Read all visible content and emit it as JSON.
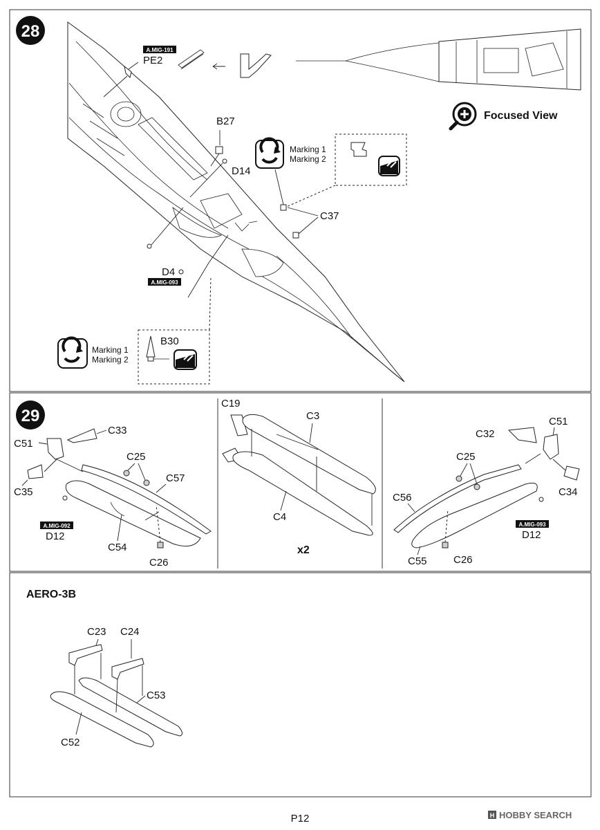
{
  "steps": [
    {
      "number": "28",
      "labels": {
        "pe2": "PE2",
        "b27": "B27",
        "d14": "D14",
        "c37": "C37",
        "d4": "D4",
        "b30": "B30"
      },
      "tags": {
        "pe2": "A.MIG-191",
        "d4": "A.MIG-093"
      },
      "markings_a": [
        "Marking 1",
        "Marking 2"
      ],
      "markings_b": [
        "Marking 1",
        "Marking 2"
      ],
      "focused_view": "Focused View"
    },
    {
      "number": "29",
      "left": {
        "labels": {
          "c51": "C51",
          "c33": "C33",
          "c35": "C35",
          "c25": "C25",
          "c57": "C57",
          "d12": "D12",
          "c54": "C54",
          "c26": "C26"
        },
        "tag": "A.MIG-092"
      },
      "center": {
        "labels": {
          "c19": "C19",
          "c3": "C3",
          "c4": "C4"
        },
        "multiplier": "x2"
      },
      "right": {
        "labels": {
          "c32": "C32",
          "c51": "C51",
          "c25": "C25",
          "c56": "C56",
          "c34": "C34",
          "d12": "D12",
          "c55": "C55",
          "c26": "C26"
        },
        "tag": "A.MIG-093"
      }
    }
  ],
  "aero": {
    "title": "AERO-3B",
    "labels": {
      "c23": "C23",
      "c24": "C24",
      "c53": "C53",
      "c52": "C52"
    }
  },
  "footer": {
    "page": "P12",
    "watermark": "HOBBY SEARCH"
  }
}
